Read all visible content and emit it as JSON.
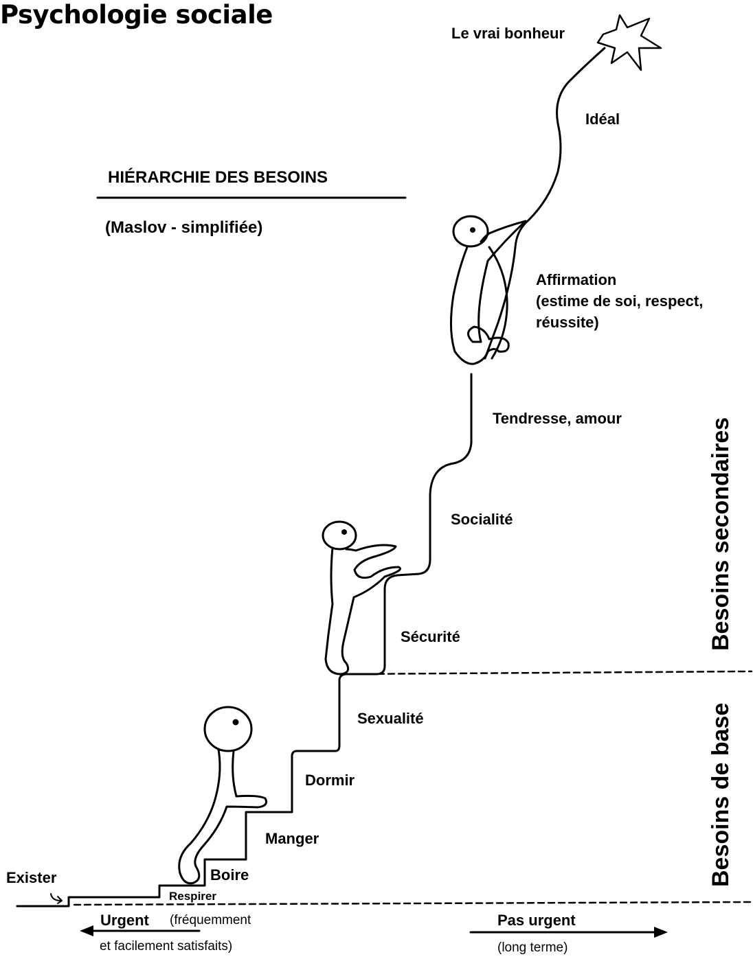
{
  "title": "Psychologie sociale",
  "heading": "HIÉRARCHIE DES BESOINS",
  "subheading": "(Maslov - simplifiée)",
  "goal": "Le vrai bonheur",
  "levels": {
    "ideal": "Idéal",
    "affirmation_1": "Affirmation",
    "affirmation_2": "(estime de soi, respect,",
    "affirmation_3": "réussite)",
    "tendresse": "Tendresse, amour",
    "socialite": "Socialité",
    "securite": "Sécurité",
    "sexualite": "Sexualité",
    "dormir": "Dormir",
    "manger": "Manger",
    "boire": "Boire",
    "respirer": "Respirer",
    "exister": "Exister"
  },
  "groups": {
    "secondaires": "Besoins secondaires",
    "base": "Besoins de base"
  },
  "axis": {
    "urgent": "Urgent",
    "urgent_note_1": "(fréquemment",
    "urgent_note_2": "et facilement satisfaits)",
    "pas_urgent": "Pas urgent",
    "pas_urgent_note": "(long terme)"
  }
}
